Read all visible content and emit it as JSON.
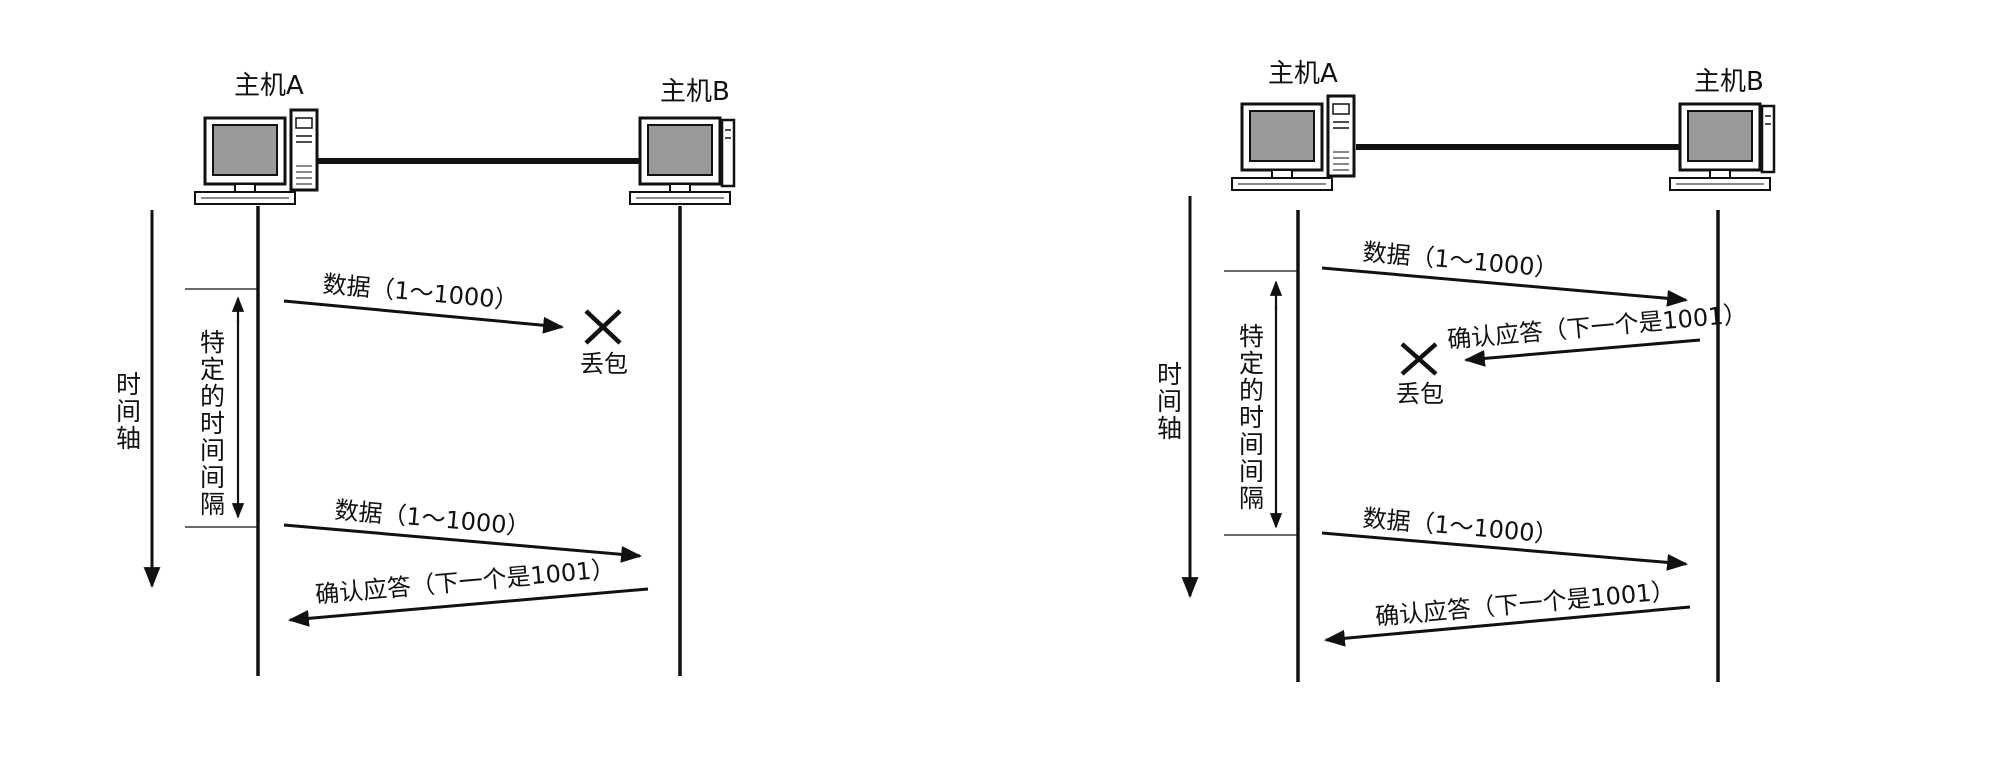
{
  "panels": [
    {
      "host_a": "主机A",
      "host_b": "主机B",
      "time_axis": [
        "时",
        "间",
        "轴"
      ],
      "interval": [
        "特",
        "定",
        "的",
        "时",
        "间",
        "间",
        "隔"
      ],
      "messages": [
        {
          "label": "数据（1～1000）"
        },
        {
          "label": "数据（1～1000）"
        },
        {
          "label": "确认应答（下一个是1001）"
        }
      ],
      "loss_label": "丢包"
    },
    {
      "host_a": "主机A",
      "host_b": "主机B",
      "time_axis": [
        "时",
        "间",
        "轴"
      ],
      "interval": [
        "特",
        "定",
        "的",
        "时",
        "间",
        "间",
        "隔"
      ],
      "messages": [
        {
          "label": "数据（1～1000）"
        },
        {
          "label": "确认应答（下一个是1001）"
        },
        {
          "label": "数据（1～1000）"
        },
        {
          "label": "确认应答（下一个是1001）"
        }
      ],
      "loss_label": "丢包"
    }
  ],
  "colors": {
    "ink": "#111111",
    "screen": "#9a9a9a",
    "paper": "#ffffff"
  }
}
